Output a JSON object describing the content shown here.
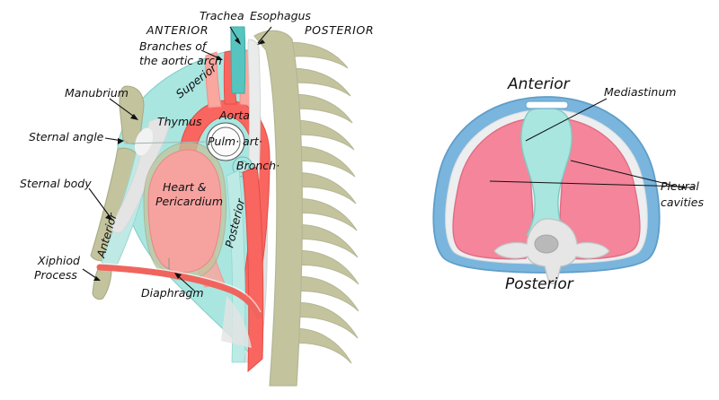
{
  "figure": {
    "title_present": false,
    "background": "#ffffff",
    "panels": [
      "sagittal-mediastinum-section",
      "transverse-thorax-section"
    ]
  },
  "colors": {
    "bone": "#c3c49e",
    "bone_stroke": "#a9ab86",
    "heart_pink": "#f6a3a0",
    "heart_stroke": "#e78a87",
    "vessel_red": "#f9655f",
    "vessel_red_stroke": "#e2524c",
    "vessel_pale_red": "#f9a79f",
    "mediastinum_teal": "#a9e6e0",
    "mediastinum_teal_stroke": "#7fc9c2",
    "trachea_teal": "#56c5c0",
    "cavity_blue": "#7ab5dd",
    "cavity_blue_stroke": "#5f9ec9",
    "pleura_pink": "#f4859a",
    "pleura_pink_stroke": "#e06d83",
    "pleura_white": "#eceef0",
    "vertebra_gray": "#e6e6e6",
    "vertebra_stroke": "#c2c2c2",
    "vertebra_core": "#b9b9b9",
    "light_gray": "#dcdcdc",
    "label_text": "#111111"
  },
  "left_panel": {
    "name": "sagittal section of the mediastinum",
    "orientation_labels": [
      {
        "id": "anterior-heading",
        "text": "ANTERIOR"
      },
      {
        "id": "posterior-heading",
        "text": "POSTERIOR"
      }
    ],
    "labels": [
      {
        "id": "trachea",
        "text": "Trachea"
      },
      {
        "id": "esophagus",
        "text": "Esophagus"
      },
      {
        "id": "branches-aortic-arch-line1",
        "text": "Branches of"
      },
      {
        "id": "branches-aortic-arch-line2",
        "text": "the aortic arch"
      },
      {
        "id": "manubrium",
        "text": "Manubrium"
      },
      {
        "id": "sternal-angle",
        "text": "Sternal angle"
      },
      {
        "id": "sternal-body",
        "text": "Sternal body"
      },
      {
        "id": "xiphiod-process-line1",
        "text": "Xiphiod"
      },
      {
        "id": "xiphiod-process-line2",
        "text": "Process"
      },
      {
        "id": "diaphragm",
        "text": "Diaphragm"
      },
      {
        "id": "thymus",
        "text": "Thymus"
      },
      {
        "id": "aorta",
        "text": "Aorta"
      },
      {
        "id": "pulmonary-artery",
        "text": "Pulm· art·"
      },
      {
        "id": "bronchus",
        "text": "Bronch·"
      },
      {
        "id": "heart-pericardium-line1",
        "text": "Heart &"
      },
      {
        "id": "heart-pericardium-line2",
        "text": "Pericardium"
      }
    ],
    "compartment_labels": [
      {
        "id": "superior-mediastinum",
        "text": "Superior"
      },
      {
        "id": "anterior-mediastinum",
        "text": "Anterior"
      },
      {
        "id": "posterior-mediastinum",
        "text": "Posterior"
      }
    ],
    "rib_count": 12
  },
  "right_panel": {
    "name": "transverse section of the thorax",
    "orientation_labels": [
      {
        "id": "anterior-heading",
        "text": "Anterior"
      },
      {
        "id": "posterior-heading",
        "text": "Posterior"
      }
    ],
    "labels": [
      {
        "id": "mediastinum",
        "text": "Mediastinum"
      },
      {
        "id": "pleural-cavities-line1",
        "text": "Pleural"
      },
      {
        "id": "pleural-cavities-line2",
        "text": "cavities"
      }
    ],
    "leader_lines": {
      "mediastinum_count": 1,
      "pleural_cavities_count": 2
    }
  }
}
